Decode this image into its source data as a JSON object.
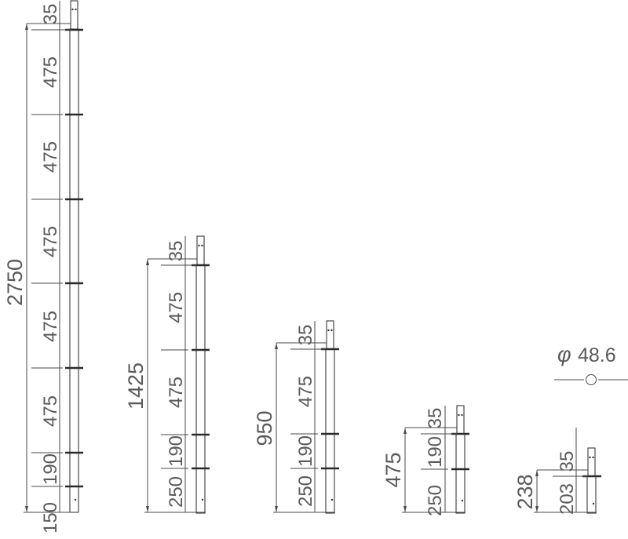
{
  "diagram": {
    "posts": [
      {
        "id": "post-2750",
        "total": "2750",
        "segments": [
          "35",
          "475",
          "475",
          "475",
          "475",
          "475",
          "190",
          "150"
        ]
      },
      {
        "id": "post-1425",
        "total": "1425",
        "segments": [
          "35",
          "475",
          "475",
          "190",
          "250"
        ]
      },
      {
        "id": "post-950",
        "total": "950",
        "segments": [
          "35",
          "475",
          "190",
          "250"
        ]
      },
      {
        "id": "post-475",
        "total": "475",
        "segments": [
          "35",
          "190",
          "250"
        ]
      },
      {
        "id": "post-238",
        "total": "238",
        "segments": [
          "35",
          "203"
        ]
      }
    ],
    "section": {
      "symbol": "φ",
      "diameter": "48.6"
    }
  }
}
